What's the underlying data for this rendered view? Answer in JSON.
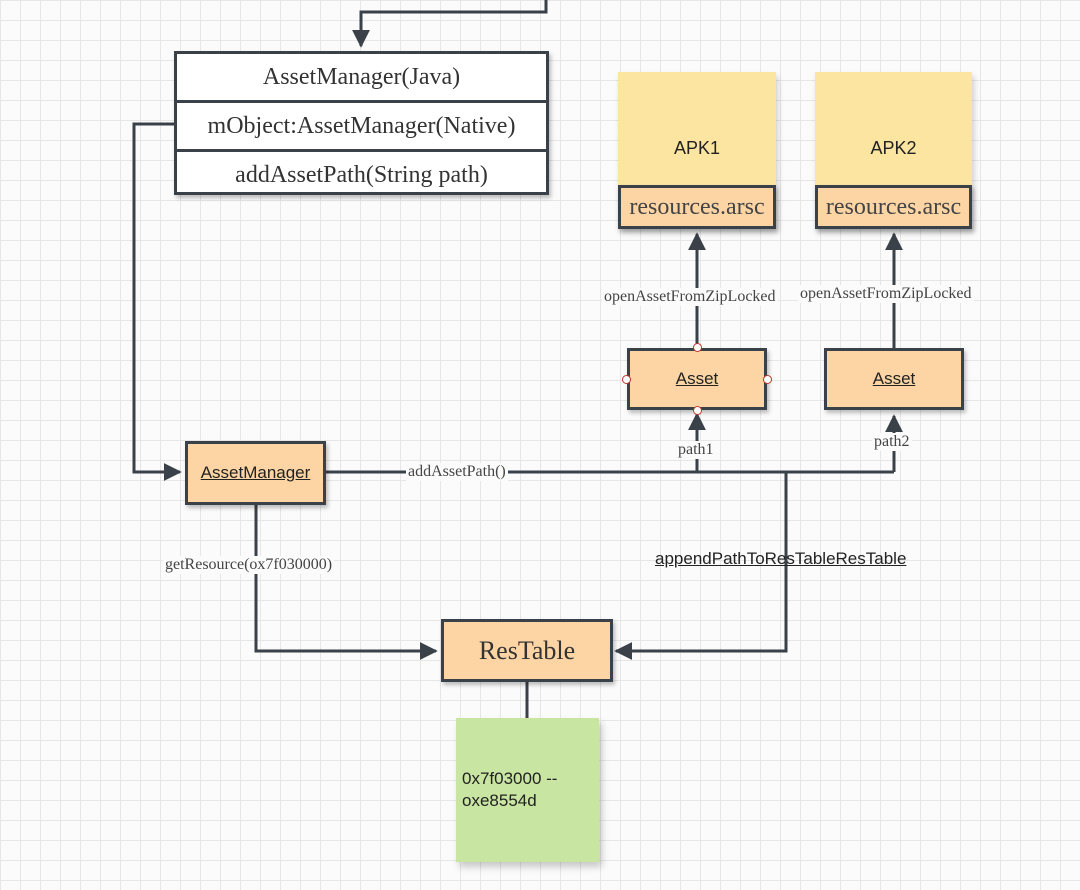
{
  "java_box": {
    "rows": [
      "AssetManager(Java)",
      "mObject:AssetManager(Native)",
      "addAssetPath(String path)"
    ]
  },
  "apk_notes": [
    {
      "title": "APK1",
      "arsc_label": "resources.arsc"
    },
    {
      "title": "APK2",
      "arsc_label": "resources.arsc"
    }
  ],
  "asset_boxes": [
    "Asset",
    "Asset"
  ],
  "native_asset_manager": "AssetManager",
  "restable": "ResTable",
  "edge_labels": {
    "open_asset_1": "openAssetFromZipLocked",
    "open_asset_2": "openAssetFromZipLocked",
    "path1": "path1",
    "path2": "path2",
    "add_asset_path": "addAssetPath()",
    "get_resource": "getResource(ox7f030000)",
    "append_path": "appendPathToResTableResTable"
  },
  "mapping_note": {
    "line1": "0x7f03000 --",
    "line2": "oxe8554d"
  },
  "colors": {
    "orange_box": "#fdd5a4",
    "yellow_note": "#fbe5a0",
    "green_note": "#c8e6a2",
    "line": "#3a4149"
  }
}
